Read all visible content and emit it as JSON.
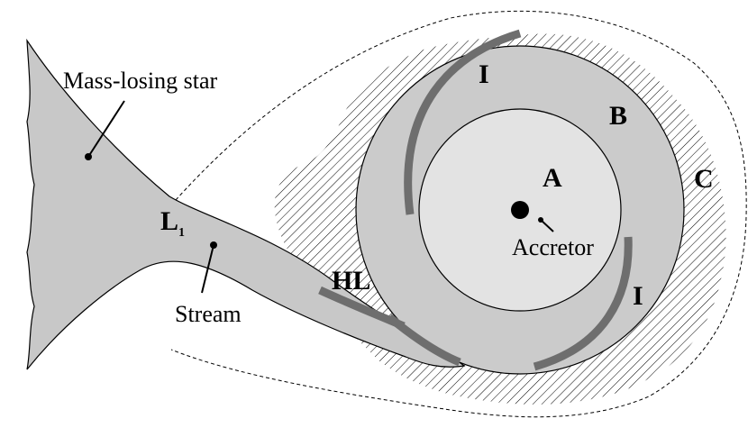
{
  "labels": {
    "star": "Mass-losing star",
    "l1": "L",
    "l1_sub": "1",
    "stream": "Stream",
    "accretor": "Accretor",
    "hl": "HL",
    "a": "A",
    "b": "B",
    "c": "C",
    "i_top": "I",
    "i_bottom": "I"
  },
  "colors": {
    "star_fill": "#c8c8c8",
    "outer_disk": "#cbcbcb",
    "inner_disk": "#e3e3e3",
    "arc": "#6e6e6e",
    "hatch": "#000000"
  }
}
